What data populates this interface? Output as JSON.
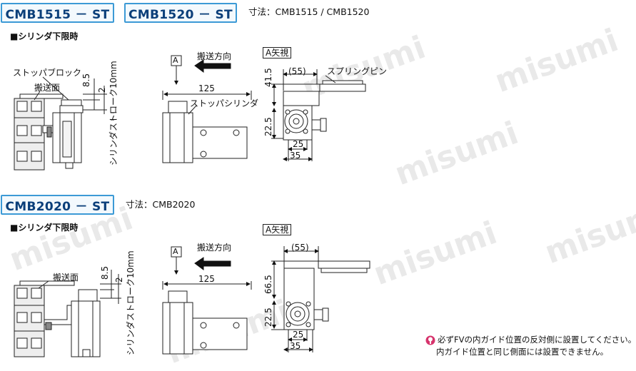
{
  "header_top": {
    "model_a": "CMB1515 － ST",
    "model_b": "CMB1520 － ST",
    "size_text": "寸法：CMB1515 / CMB1520"
  },
  "header_bottom": {
    "model": "CMB2020 － ST",
    "size_text": "寸法：CMB2020"
  },
  "top_section": {
    "mode_label": "■シリンダ下限時",
    "side": {
      "stopper_block": "ストッパブロック",
      "conveying_surface": "搬送面",
      "dim_85": "8.5",
      "dim_2": "2",
      "stroke": "シリンダストローク10mm"
    },
    "front": {
      "view_a": "A",
      "direction": "搬送方向",
      "dim_125": "125",
      "stopper_cylinder": "ストッパシリンダ"
    },
    "aview": {
      "title": "A矢視",
      "dim_55": "(55)",
      "spring_pin": "スプリングピン",
      "dim_415": "41.5",
      "dim_225": "22.5",
      "dim_25": "25",
      "dim_35": "35"
    }
  },
  "bottom_section": {
    "mode_label": "■シリンダ下限時",
    "side": {
      "conveying_surface": "搬送面",
      "dim_85": "8.5",
      "dim_2": "2",
      "stroke": "シリンダストローク10mm"
    },
    "front": {
      "view_a": "A",
      "direction": "搬送方向",
      "dim_125": "125"
    },
    "aview": {
      "title": "A矢視",
      "dim_55": "(55)",
      "dim_665": "66.5",
      "dim_225": "22.5",
      "dim_25": "25",
      "dim_35": "35"
    }
  },
  "note": {
    "line1": "必ずFVの内ガイド位置の反対側に設置してください。",
    "line2": "内ガイド位置と同じ側面には設置できません。"
  },
  "watermark": "misumi",
  "colors": {
    "badge_border": "#3c9ad6",
    "badge_text": "#0b3f7a",
    "note_icon": "#d6336c"
  }
}
